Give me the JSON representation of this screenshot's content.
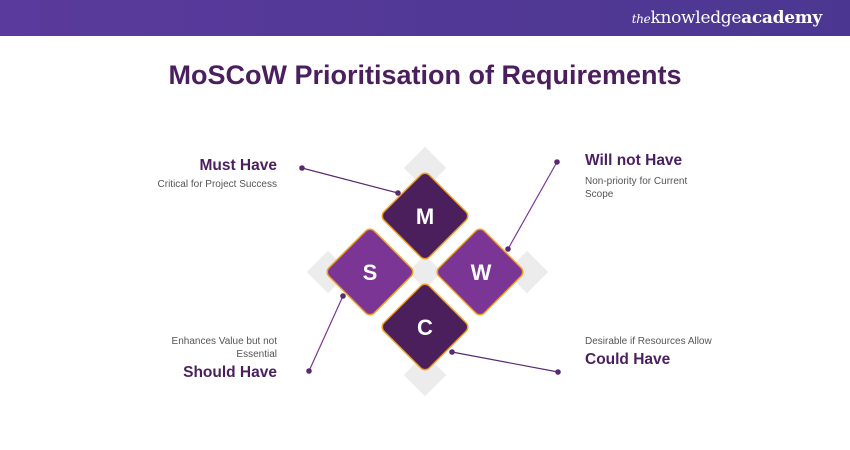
{
  "header": {
    "logo_prefix": "the",
    "logo_main": "knowledge",
    "logo_bold": "academy"
  },
  "title": "MoSCoW Prioritisation of Requirements",
  "colors": {
    "dark": "#4a1f5c",
    "light": "#7b3594",
    "border": "#f0a020",
    "header": "#553a98"
  },
  "diamonds": {
    "m": "M",
    "s": "S",
    "w": "W",
    "c": "C"
  },
  "items": {
    "must": {
      "title": "Must Have",
      "desc": "Critical for Project Success"
    },
    "will": {
      "title": "Will not Have",
      "desc": "Non-priority for Current Scope"
    },
    "should": {
      "title": "Should Have",
      "desc": "Enhances Value but not Essential"
    },
    "could": {
      "title": "Could Have",
      "desc": "Desirable if Resources Allow"
    }
  }
}
